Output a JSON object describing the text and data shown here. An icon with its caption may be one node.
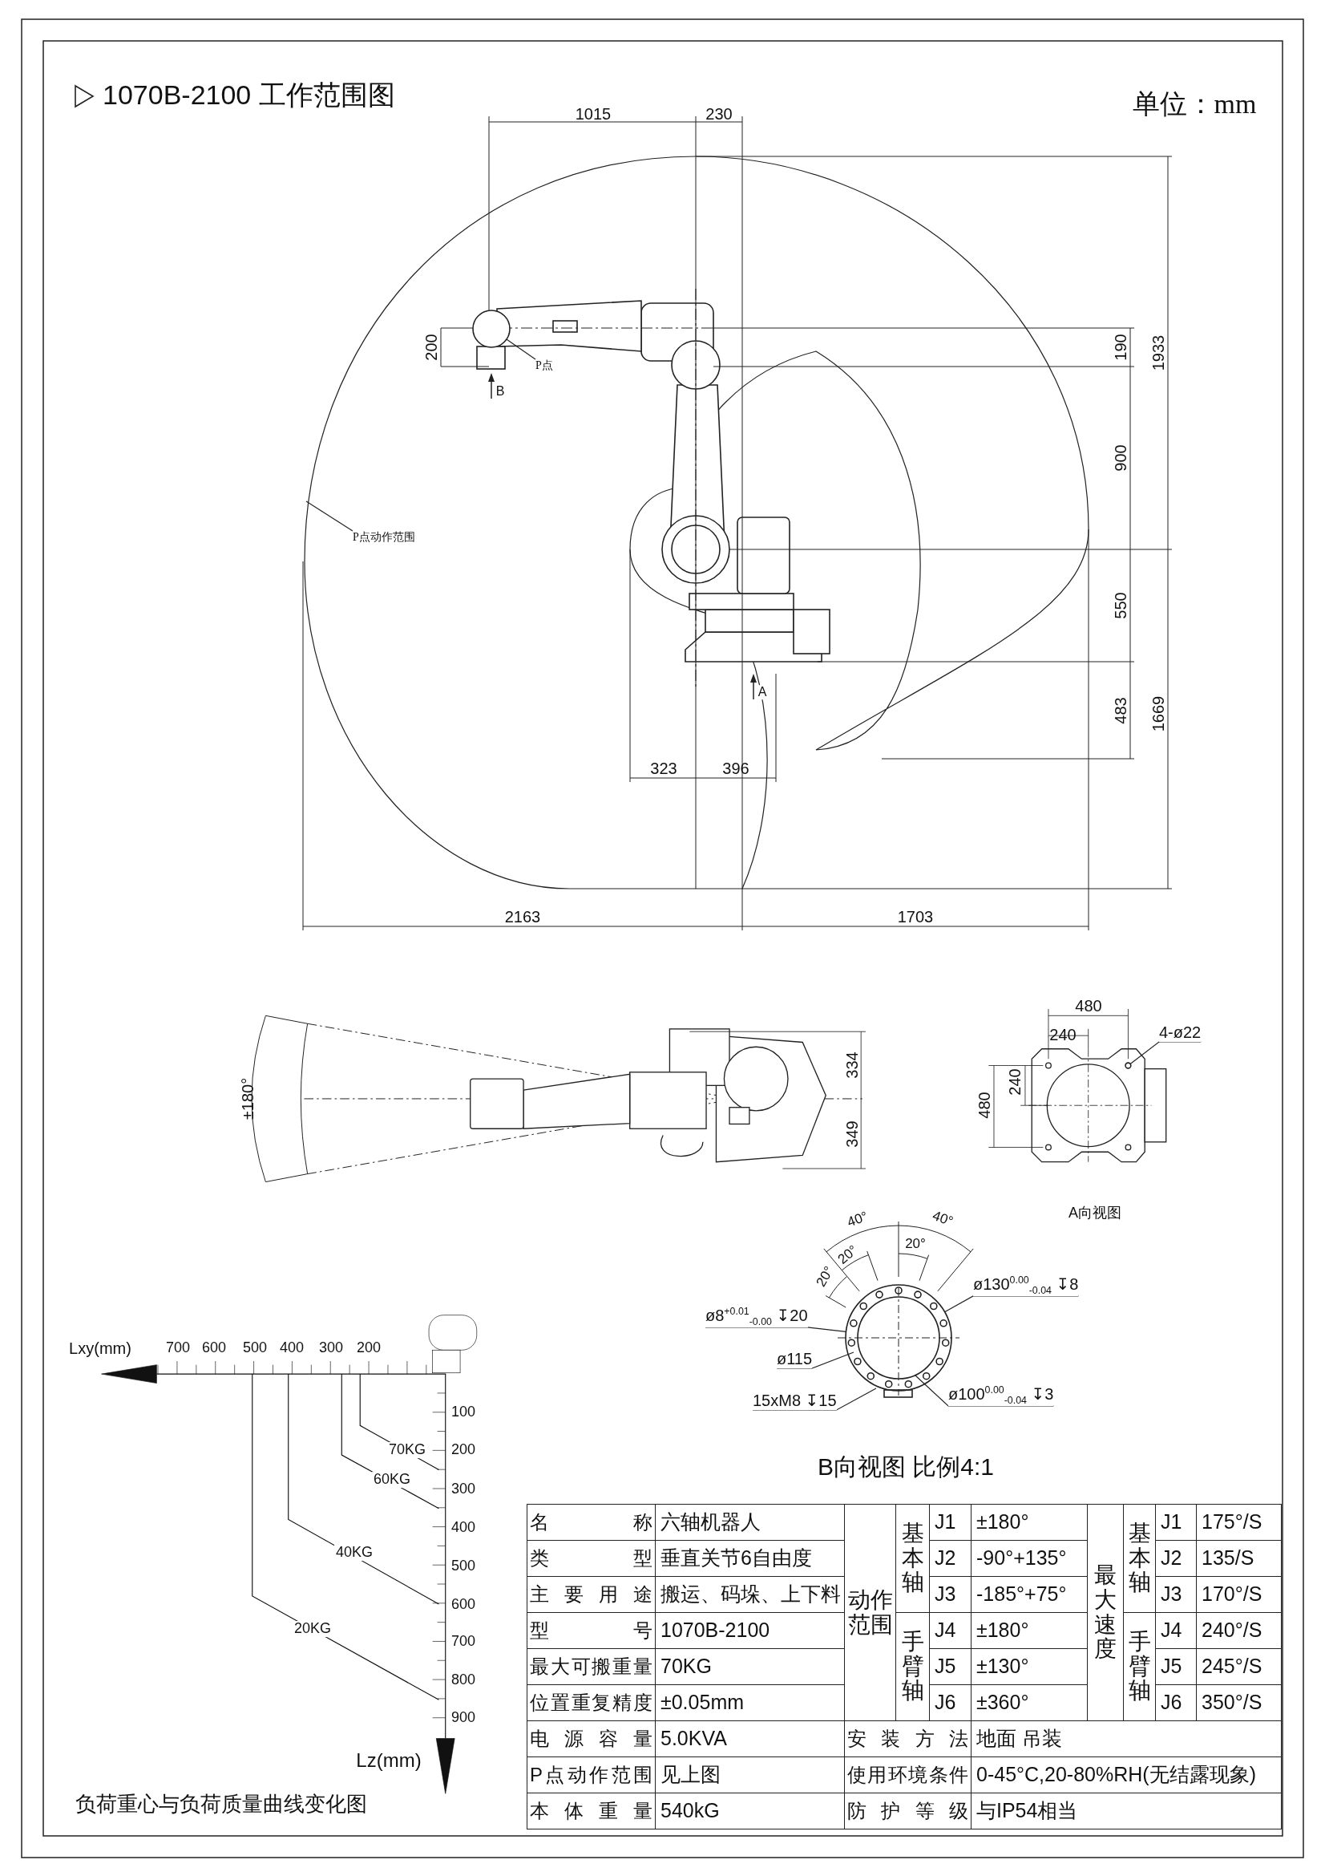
{
  "diagram": {
    "title": "1070B-2100 工作范围图",
    "nodes": [
      {
        "text": [
          "P点"
        ]
      },
      {
        "text": [
          "P点动作范围"
        ]
      },
      {
        "text": [
          "4-ø22"
        ]
      },
      {
        "text": [
          "ø8$^{+0.01}$$_{-0.00}$ ↧20"
        ]
      },
      {
        "text": [
          "ø130$^{0.00}$$_{-0.04}$ ↧8"
        ]
      },
      {
        "text": [
          "ø115"
        ]
      },
      {
        "text": [
          "15xM8 ↧15"
        ]
      },
      {
        "text": [
          "ø100$^{0.00}$$_{-0.04}$ ↧3"
        ]
      },
      {
        "text": [],
        "shape": "circle"
      },
      {
        "text": [],
        "shape": "circle"
      },
      {
        "text": [],
        "shape": "circle"
      }
    ],
    "edges": [
      {
        "from": 0,
        "to": 8,
        "arrow": "none"
      },
      {
        "from": 1,
        "to": null,
        "arrow": "none"
      },
      {
        "from": 2,
        "to": 9,
        "arrow": "none"
      },
      {
        "from": 3,
        "to": 10,
        "arrow": "none"
      },
      {
        "from": 4,
        "to": 10,
        "arrow": "none"
      },
      {
        "from": 5,
        "to": 10,
        "arrow": "none"
      },
      {
        "from": 6,
        "to": 10,
        "arrow": "none"
      },
      {
        "from": 7,
        "to": 10,
        "arrow": "none"
      }
    ],
    "labels": [
      "单位：mm",
      "1015",
      "230",
      "200",
      "B",
      "190",
      "1933",
      "900",
      "550",
      "483",
      "1669",
      "323",
      "396",
      "A",
      "2163",
      "1703",
      "±180°",
      "334",
      "349",
      "480",
      "240",
      "480",
      "240",
      "40°",
      "40°",
      "A向视图",
      "20°",
      "20°",
      "20°",
      "B向视图 比例4:1",
      "Lxy(mm)",
      "700",
      "600",
      "500",
      "400",
      "300",
      "200",
      "100",
      "70KG",
      "200",
      "60KG",
      "300",
      "400",
      "40KG",
      "500",
      "600",
      "20KG",
      "700",
      "800",
      "900",
      "Lz(mm)",
      "负荷重心与负荷质量曲线变化图",
      "名称",
      "六轴机器人",
      "动作范围",
      "基本轴",
      "J1",
      "±180°",
      "最大速度",
      "基本轴",
      "J1",
      "175°/S",
      "类型",
      "垂直关节6自由度",
      "J2",
      "-90°+135°",
      "J2",
      "135/S",
      "主要用途",
      "搬运、码垛、上下料",
      "J3",
      "-185°+75°",
      "J3",
      "170°/S",
      "型号",
      "1070B-2100",
      "手臂轴",
      "J4",
      "±180°",
      "手臂轴",
      "J4",
      "240°/S",
      "最大可搬重量",
      "70KG",
      "J5",
      "±130°",
      "J5",
      "245°/S",
      "位置重复精度",
      "±0.05mm",
      "J6",
      "±360°",
      "J6",
      "350°/S",
      "电源容量",
      "5.0KVA",
      "安装方法",
      "地面 吊装",
      "P点动作范围",
      "见上图",
      "使用环境条件",
      "0-45°C,20-80%RH(无结露现象)",
      "本体重量",
      "540kG",
      "防护等级",
      "与IP54相当"
    ]
  }
}
